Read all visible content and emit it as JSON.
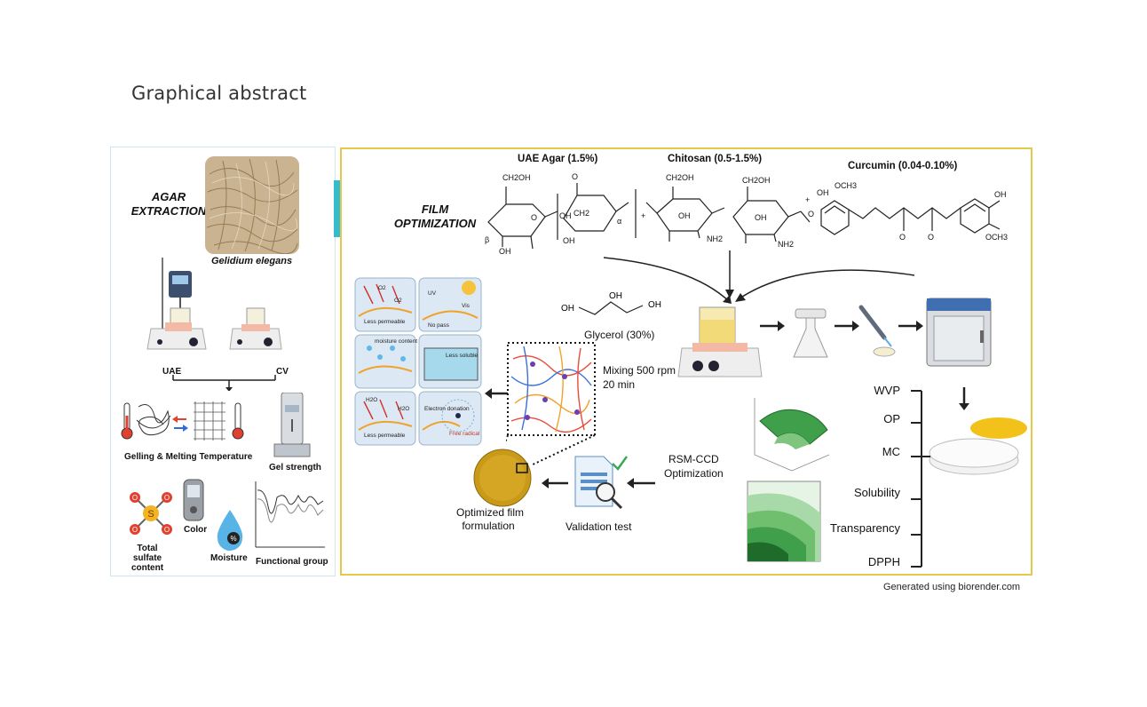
{
  "page_title": "Graphical abstract",
  "left": {
    "heading_line1": "AGAR",
    "heading_line2": "EXTRACTION",
    "species": "Gelidium elegans",
    "method_a": "UAE",
    "method_b": "CV",
    "gelling": "Gelling & Melting Temperature",
    "gel_strength": "Gel strength",
    "sulfate_line1": "Total sulfate",
    "sulfate_line2": "content",
    "color": "Color",
    "moisture": "Moisture",
    "functional": "Functional group",
    "sulfate_center": "S",
    "sulfate_o": "O",
    "moisture_symbol": "%"
  },
  "right": {
    "heading_line1": "FILM",
    "heading_line2": "OPTIMIZATION",
    "agar_title": "UAE Agar (1.5%)",
    "chitosan_title": "Chitosan (0.5-1.5%)",
    "curcumin_title": "Curcumin (0.04-0.10%)",
    "glycerol": "Glycerol (30%)",
    "mixing_line1": "Mixing 500 rpm",
    "mixing_line2": "20 min",
    "rsm_line1": "RSM-CCD",
    "rsm_line2": "Optimization",
    "validation": "Validation test",
    "optimized_line1": "Optimized film",
    "optimized_line2": "formulation",
    "properties": [
      "WVP",
      "OP",
      "MC",
      "Solubility",
      "Transparency",
      "DPPH"
    ],
    "chem": {
      "ch2oh": "CH2OH",
      "oh": "OH",
      "ch2": "CH2",
      "o": "O",
      "alpha": "α",
      "beta": "β",
      "nh2": "NH2",
      "och3": "OCH3",
      "plus": "+"
    },
    "barrier": {
      "less_permeable": "Less permeable",
      "uv": "UV",
      "vis": "Vis",
      "no_pass": "No pass",
      "moisture_content": "moisture content",
      "less_soluble": "Less soluble",
      "electron_donation": "Electron donation",
      "free_radical": "Free radical",
      "o2": "O2",
      "h2o": "H2O"
    }
  },
  "footer": "Generated using biorender.com",
  "colors": {
    "teal_arrow": "#37bccb",
    "gold_border": "#e4c84a",
    "film_yellow": "#f2c21b",
    "film_disc": "#c89a18",
    "surface_green": "#3f9f4a"
  }
}
